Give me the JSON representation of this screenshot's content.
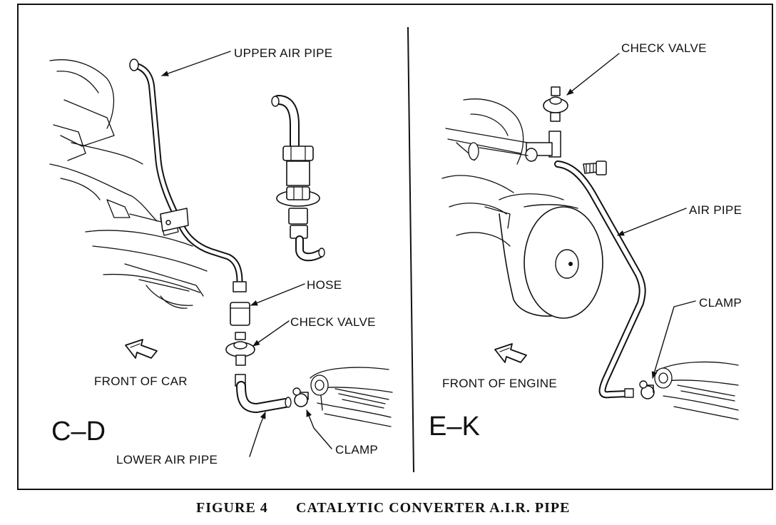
{
  "figure": {
    "number": "FIGURE 4",
    "title": "CATALYTIC CONVERTER A.I.R. PIPE"
  },
  "left_panel": {
    "model_code": "C–D",
    "labels": {
      "upper_air_pipe": "UPPER AIR PIPE",
      "hose": "HOSE",
      "check_valve": "CHECK VALVE",
      "front": "FRONT OF CAR",
      "lower_air_pipe": "LOWER AIR PIPE",
      "clamp": "CLAMP"
    }
  },
  "right_panel": {
    "model_code": "E–K",
    "labels": {
      "check_valve": "CHECK VALVE",
      "air_pipe": "AIR PIPE",
      "clamp": "CLAMP",
      "front": "FRONT OF ENGINE"
    }
  }
}
